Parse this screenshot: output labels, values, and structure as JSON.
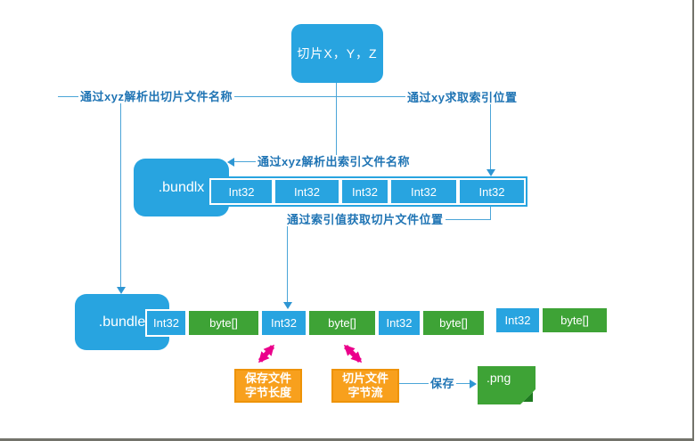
{
  "diagram": {
    "top_box": "切片X，Y，Z",
    "labels": {
      "parse_slice_name": "通过xyz解析出切片文件名称",
      "get_index_pos": "通过xy求取索引位置",
      "parse_index_name": "通过xyz解析出索引文件名称",
      "get_slice_pos": "通过索引值获取切片文件位置",
      "save": "保存"
    },
    "bundlx": {
      "name": ".bundlx",
      "cells": [
        "Int32",
        "Int32",
        "Int32",
        "Int32",
        "Int32"
      ]
    },
    "bundle": {
      "name": ".bundle",
      "cells": [
        {
          "label": "Int32"
        },
        {
          "label": "byte[]"
        },
        {
          "label": "Int32"
        },
        {
          "label": "byte[]"
        },
        {
          "label": "Int32"
        },
        {
          "label": "byte[]"
        },
        {
          "label": "Int32"
        },
        {
          "label": "byte[]"
        }
      ]
    },
    "orange_boxes": [
      {
        "line1": "保存文件",
        "line2": "字节长度"
      },
      {
        "line1": "切片文件",
        "line2": "字节流"
      }
    ],
    "png_box": ".png"
  },
  "colors": {
    "blue": "#28a4e0",
    "green": "#3ea336",
    "green_dark": "#1e7a20",
    "orange": "#f8a01d",
    "orange_border": "#ee9306",
    "magenta": "#eb008b",
    "line": "#4ba5d8",
    "line_strong": "#2e96d3",
    "label_text": "#1f74b4",
    "frame_border": "#73736b"
  }
}
